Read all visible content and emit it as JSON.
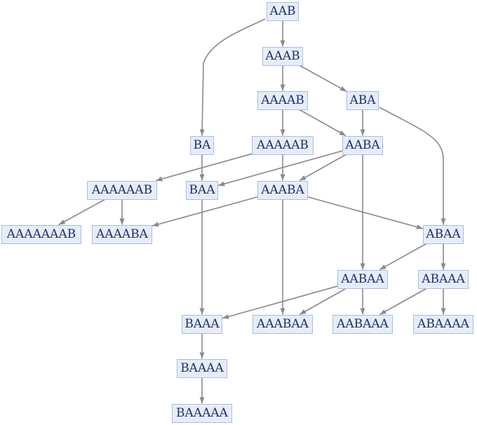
{
  "graph": {
    "nodes": [
      {
        "id": "AAB",
        "label": "AAB"
      },
      {
        "id": "AAAB",
        "label": "AAAB"
      },
      {
        "id": "AAAAB",
        "label": "AAAAB"
      },
      {
        "id": "ABA",
        "label": "ABA"
      },
      {
        "id": "BA",
        "label": "BA"
      },
      {
        "id": "AAAAAB",
        "label": "AAAAAB"
      },
      {
        "id": "AABA",
        "label": "AABA"
      },
      {
        "id": "AAAAAAB",
        "label": "AAAAAAB"
      },
      {
        "id": "BAA",
        "label": "BAA"
      },
      {
        "id": "AAABA",
        "label": "AAABA"
      },
      {
        "id": "AAAAAAAB",
        "label": "AAAAAAAB"
      },
      {
        "id": "AAAABA",
        "label": "AAAABA"
      },
      {
        "id": "ABAA",
        "label": "ABAA"
      },
      {
        "id": "AABAA",
        "label": "AABAA"
      },
      {
        "id": "ABAAA",
        "label": "ABAAA"
      },
      {
        "id": "BAAA",
        "label": "BAAA"
      },
      {
        "id": "AAABAA",
        "label": "AAABAA"
      },
      {
        "id": "AABAAA",
        "label": "AABAAA"
      },
      {
        "id": "ABAAAA",
        "label": "ABAAAA"
      },
      {
        "id": "BAAAA",
        "label": "BAAAA"
      },
      {
        "id": "BAAAAA",
        "label": "BAAAAA"
      }
    ],
    "edges": [
      [
        "AAB",
        "AAAB"
      ],
      [
        "AAB",
        "BA"
      ],
      [
        "AAAB",
        "AAAAB"
      ],
      [
        "AAAB",
        "ABA"
      ],
      [
        "AAAAB",
        "AAAAAB"
      ],
      [
        "AAAAB",
        "AABA"
      ],
      [
        "ABA",
        "AABA"
      ],
      [
        "ABA",
        "ABAA"
      ],
      [
        "BA",
        "BAA"
      ],
      [
        "AAAAAB",
        "AAAAAAB"
      ],
      [
        "AAAAAB",
        "AAABA"
      ],
      [
        "AABA",
        "BAA"
      ],
      [
        "AABA",
        "AAABA"
      ],
      [
        "AABA",
        "AABAA"
      ],
      [
        "AAAAAAB",
        "AAAAAAAB"
      ],
      [
        "AAAAAAB",
        "AAAABA"
      ],
      [
        "BAA",
        "BAAA"
      ],
      [
        "AAABA",
        "AAAABA"
      ],
      [
        "AAABA",
        "ABAA"
      ],
      [
        "AAABA",
        "AAABAA"
      ],
      [
        "ABAA",
        "AABAA"
      ],
      [
        "ABAA",
        "ABAAA"
      ],
      [
        "AABAA",
        "BAAA"
      ],
      [
        "AABAA",
        "AAABAA"
      ],
      [
        "AABAA",
        "AABAAA"
      ],
      [
        "ABAAA",
        "AABAAA"
      ],
      [
        "ABAAA",
        "ABAAAA"
      ],
      [
        "BAAA",
        "BAAAA"
      ],
      [
        "BAAAA",
        "BAAAAA"
      ]
    ],
    "colors": {
      "node_fill": "#e7edf8",
      "node_border": "#a9bde0",
      "node_text": "#1c2f6e",
      "edge": "#8a8a8a"
    }
  }
}
